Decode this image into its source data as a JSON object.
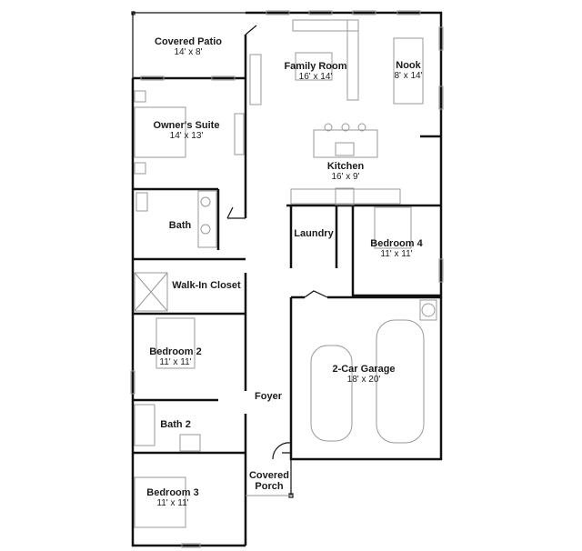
{
  "rooms": {
    "covered_patio": {
      "name": "Covered Patio",
      "dims": "14' x 8'"
    },
    "owners_suite": {
      "name": "Owner's Suite",
      "dims": "14' x 13'"
    },
    "family_room": {
      "name": "Family Room",
      "dims": "16' x 14'"
    },
    "nook": {
      "name": "Nook",
      "dims": "8' x 14'"
    },
    "kitchen": {
      "name": "Kitchen",
      "dims": "16' x 9'"
    },
    "bath": {
      "name": "Bath"
    },
    "laundry": {
      "name": "Laundry"
    },
    "bedroom_4": {
      "name": "Bedroom 4",
      "dims": "11' x 11'"
    },
    "walk_in_closet": {
      "name": "Walk-In Closet"
    },
    "bedroom_2": {
      "name": "Bedroom 2",
      "dims": "11' x 11'"
    },
    "garage": {
      "name": "2-Car Garage",
      "dims": "18' x 20'"
    },
    "foyer": {
      "name": "Foyer"
    },
    "bath_2": {
      "name": "Bath 2"
    },
    "covered_porch": {
      "name": "Covered Porch"
    },
    "bedroom_3": {
      "name": "Bedroom 3",
      "dims": "11' x 11'"
    }
  }
}
